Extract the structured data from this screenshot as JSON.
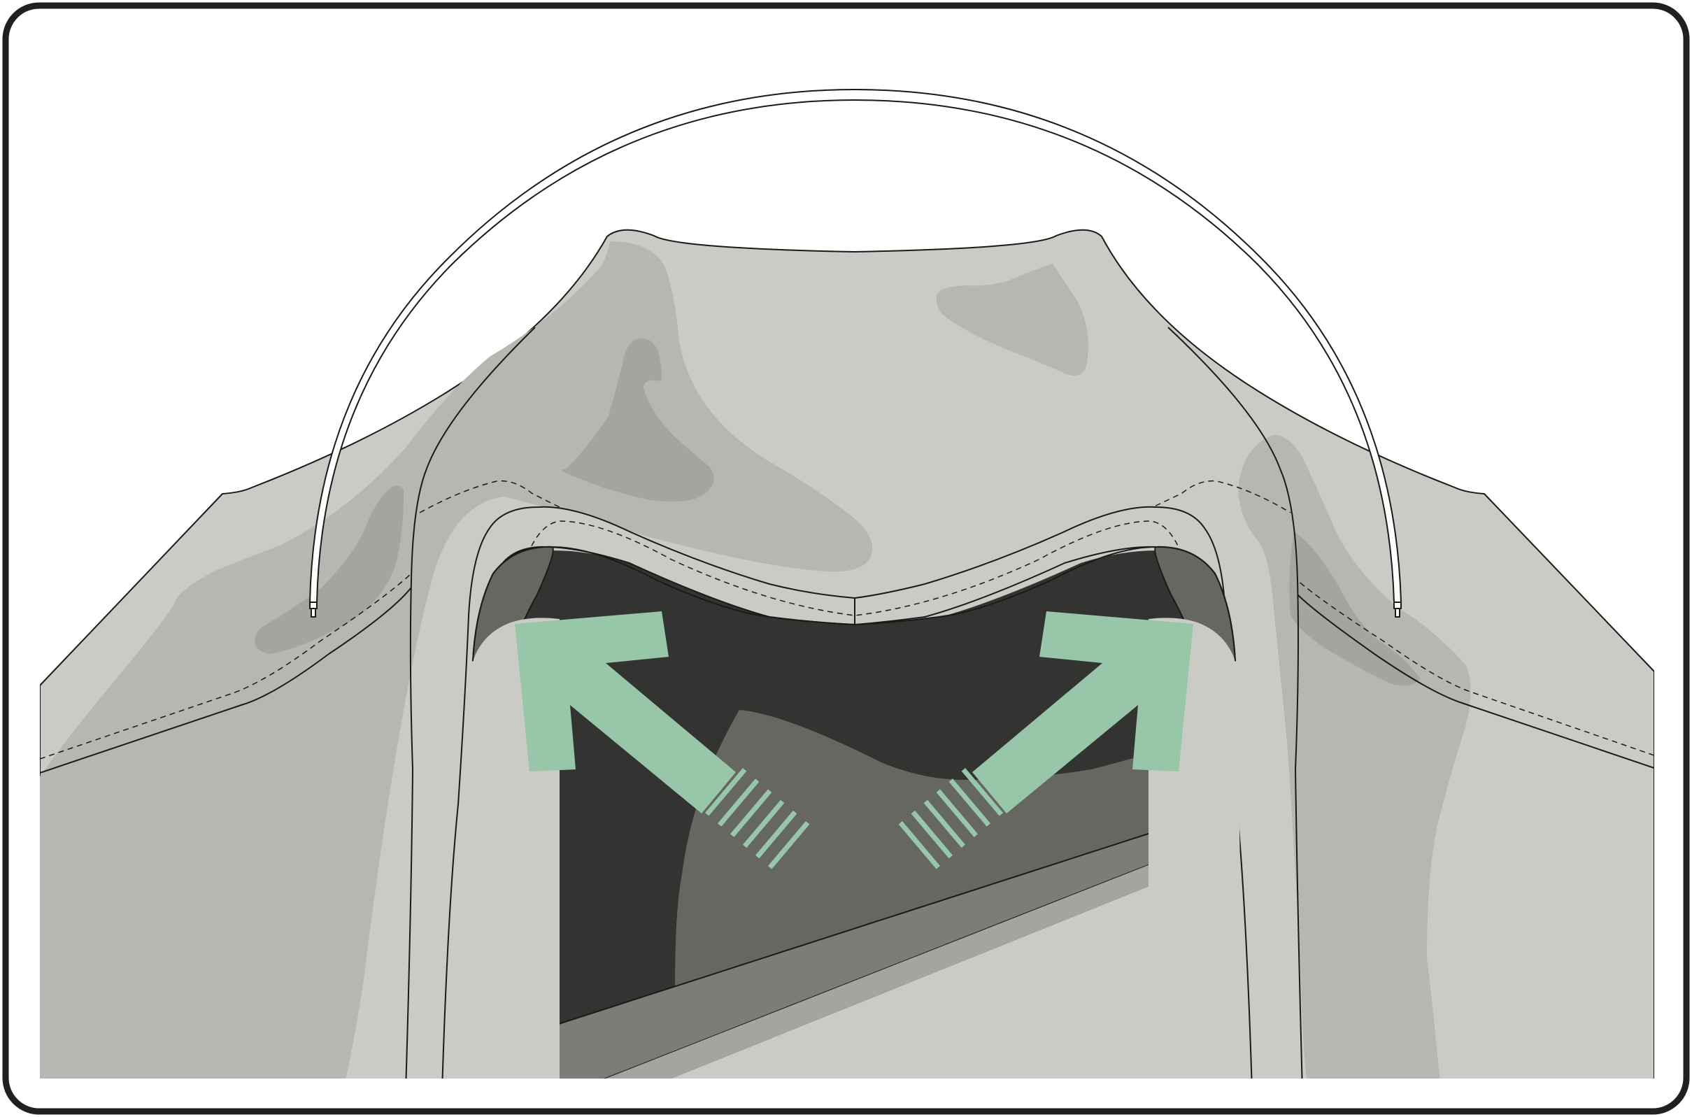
{
  "diagram": {
    "description_text": "",
    "colors": {
      "frame": "#231f20",
      "background": "#ffffff",
      "garment_light": "#cacbc4",
      "garment_shadow": "#b6b7b0",
      "garment_shadow_deep": "#a4a59e",
      "interior_dark": "#333331",
      "interior_mid": "#666761",
      "interior_panel": "#7c7d77",
      "arrow": "#98c6a8",
      "hanger": "#ffffff",
      "outline": "#1a1a1a"
    },
    "elements": {
      "frame": "rounded-border-frame",
      "hanger": "wire-hanger",
      "garment": "jacket-collar",
      "left_arrow": "expand-arrow-left",
      "right_arrow": "expand-arrow-right"
    }
  }
}
